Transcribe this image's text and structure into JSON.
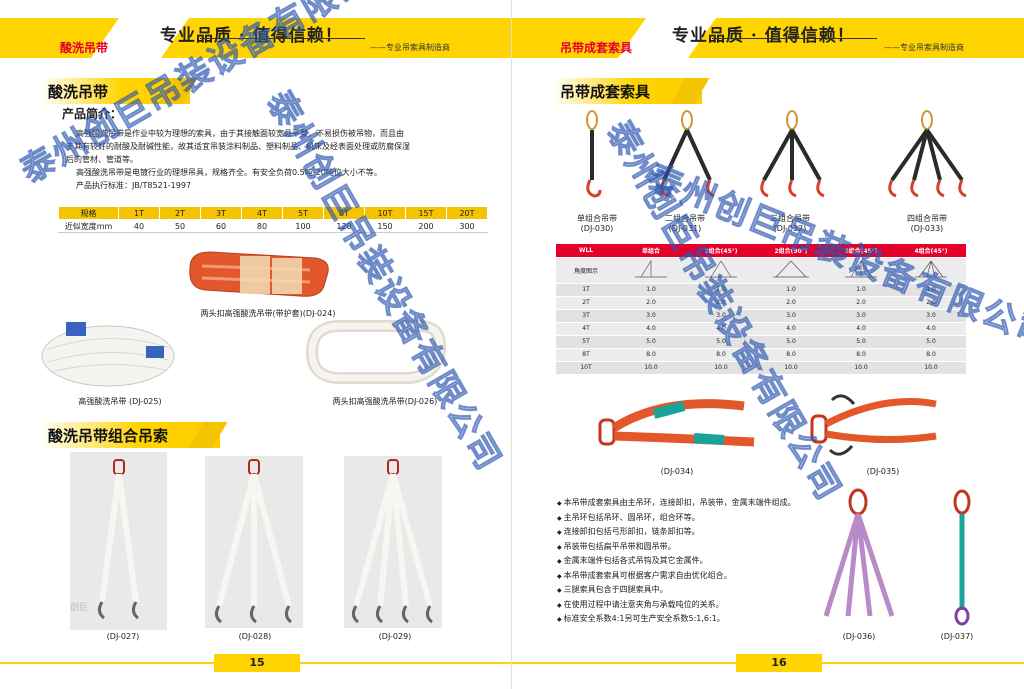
{
  "left_page": {
    "header_tab": "酸洗吊带",
    "slogan": "专业品质 · 值得信赖！",
    "sub_slogan": "——专业吊索具制造商",
    "section1_title": "酸洗吊带",
    "intro_heading": "产品简介：",
    "intro_lines": [
      "高强酸洗吊带是作业中较为理想的索具，由于其接触面较宽且平整，不易损伤被吊物，而且由",
      "于其有较好的耐酸及耐碱性能，故其适宜吊装涂料制品、塑料制品、机床及经表面处理或防腐保湿",
      "后的管材、管道等。",
      "高强酸洗吊带是电镀行业的理想吊具，规格齐全。有安全负荷0.5吨-20吨位大小不等。",
      "产品执行标准：JB/T8521-1997"
    ],
    "spec_table": {
      "header": [
        "规格",
        "1T",
        "2T",
        "3T",
        "4T",
        "5T",
        "8T",
        "10T",
        "15T",
        "20T"
      ],
      "row": [
        "近似宽度mm",
        "40",
        "50",
        "60",
        "80",
        "100",
        "120",
        "150",
        "200",
        "300"
      ]
    },
    "captions": {
      "dj024": "两头扣高强酸洗吊带(带护套)(DJ-024)",
      "dj025": "高强酸洗吊带 (DJ-025)",
      "dj026": "两头扣高强酸洗吊带(DJ-026)"
    },
    "section2_title": "酸洗吊带组合吊索",
    "combo_captions": [
      "(DJ-027)",
      "(DJ-028)",
      "(DJ-029)"
    ],
    "page_number": "15",
    "corner_logo": "创巨"
  },
  "right_page": {
    "header_tab": "吊带成套索具",
    "slogan": "专业品质 · 值得信赖！",
    "sub_slogan": "——专业吊索具制造商",
    "section_title": "吊带成套索具",
    "sling_labels": [
      {
        "name": "单组合吊带",
        "code": "(DJ-030)"
      },
      {
        "name": "二组合吊带",
        "code": "(DJ-031)"
      },
      {
        "name": "三组合吊带",
        "code": "(DJ-032)"
      },
      {
        "name": "四组合吊带",
        "code": "(DJ-033)"
      }
    ],
    "wll_table": {
      "header": [
        "WLL",
        "单组合",
        "2组合(45°)",
        "2组合(90°)",
        "3组合(45°)",
        "4组合(45°)"
      ],
      "angle_row_label": "角度图示",
      "rows": [
        [
          "1T",
          "1.0",
          "1.0",
          "1.0",
          "1.0",
          "1.0"
        ],
        [
          "2T",
          "2.0",
          "2.0",
          "2.0",
          "2.0",
          "2.0"
        ],
        [
          "3T",
          "3.0",
          "3.0",
          "3.0",
          "3.0",
          "3.0"
        ],
        [
          "4T",
          "4.0",
          "4.0",
          "4.0",
          "4.0",
          "4.0"
        ],
        [
          "5T",
          "5.0",
          "5.0",
          "5.0",
          "5.0",
          "5.0"
        ],
        [
          "8T",
          "8.0",
          "8.0",
          "8.0",
          "8.0",
          "8.0"
        ],
        [
          "10T",
          "10.0",
          "10.0",
          "10.0",
          "10.0",
          "10.0"
        ]
      ]
    },
    "captions": {
      "dj034": "(DJ-034)",
      "dj035": "(DJ-035)",
      "dj036": "(DJ-036)",
      "dj037": "(DJ-037)"
    },
    "bullets": [
      "本吊带成套索具由主吊环，连接卸扣，吊装带，金属末端件组成。",
      "主吊环包括吊环、圆吊环，组合环等。",
      "连接卸扣包括弓形卸扣，链条卸扣等。",
      "吊装带包括扁平吊带和圆吊带。",
      "金属末端件包括各式吊钩及其它金属件。",
      "本吊带成套索具可根据客户需求自由优化组合。",
      "三腿索具包含于四腿索具中。",
      "在使用过程中请注意夹角与承载吨位的关系。",
      "标准安全系数4:1另可生产安全系数5:1,6:1。"
    ],
    "page_number": "16"
  },
  "watermark": "泰州创巨吊装设备有限公司",
  "colors": {
    "yellow": "#ffd400",
    "red": "#e4002b",
    "orange_sling": "#e2582c",
    "teal": "#1aa39a",
    "purple_sling": "#b88ac8"
  }
}
